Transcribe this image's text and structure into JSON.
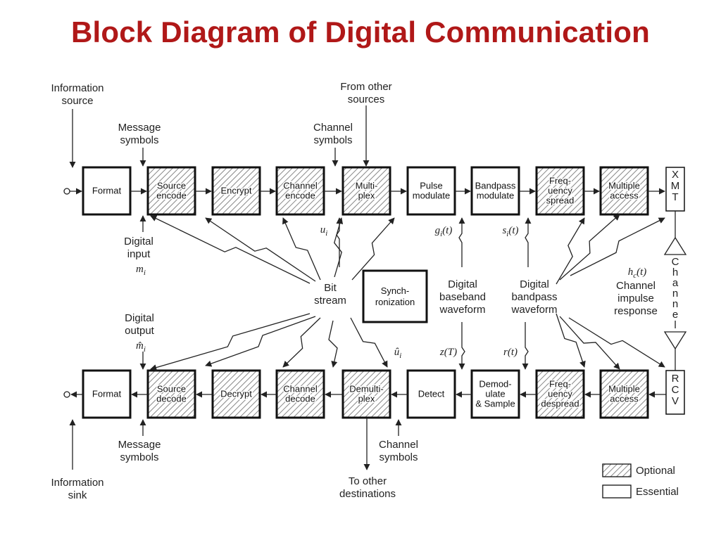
{
  "title": "Block Diagram of Digital Communication",
  "colors": {
    "title": "#b01818",
    "hatch": "#888888",
    "line": "#222222"
  },
  "tx_blocks": [
    {
      "label": [
        "Format"
      ],
      "optional": false
    },
    {
      "label": [
        "Source",
        "encode"
      ],
      "optional": true
    },
    {
      "label": [
        "Encrypt"
      ],
      "optional": true
    },
    {
      "label": [
        "Channel",
        "encode"
      ],
      "optional": true
    },
    {
      "label": [
        "Multi-",
        "plex"
      ],
      "optional": true
    },
    {
      "label": [
        "Pulse",
        "modulate"
      ],
      "optional": false
    },
    {
      "label": [
        "Bandpass",
        "modulate"
      ],
      "optional": false
    },
    {
      "label": [
        "Freq-",
        "uency",
        "spread"
      ],
      "optional": true
    },
    {
      "label": [
        "Multiple",
        "access"
      ],
      "optional": true
    }
  ],
  "rx_blocks": [
    {
      "label": [
        "Format"
      ],
      "optional": false
    },
    {
      "label": [
        "Source",
        "decode"
      ],
      "optional": true
    },
    {
      "label": [
        "Decrypt"
      ],
      "optional": true
    },
    {
      "label": [
        "Channel",
        "decode"
      ],
      "optional": true
    },
    {
      "label": [
        "Demulti-",
        "plex"
      ],
      "optional": true
    },
    {
      "label": [
        "Detect"
      ],
      "optional": false
    },
    {
      "label": [
        "Demod-",
        "ulate",
        "& Sample"
      ],
      "optional": false
    },
    {
      "label": [
        "Freq-",
        "uency",
        "despread"
      ],
      "optional": true
    },
    {
      "label": [
        "Multiple",
        "access"
      ],
      "optional": true
    }
  ],
  "xmt": [
    "X",
    "M",
    "T"
  ],
  "rcv": [
    "R",
    "C",
    "V"
  ],
  "channel_letters": [
    "C",
    "h",
    "a",
    "n",
    "n",
    "e",
    "l"
  ],
  "sync": [
    "Synch-",
    "ronization"
  ],
  "labels": {
    "info_source": [
      "Information",
      "source"
    ],
    "msg_symbols_top": [
      "Message",
      "symbols"
    ],
    "channel_symbols_top": [
      "Channel",
      "symbols"
    ],
    "from_other": [
      "From other",
      "sources"
    ],
    "digital_input": [
      "Digital",
      "input"
    ],
    "m_i": "m",
    "m_i_sub": "i",
    "bit_stream": [
      "Bit",
      "stream"
    ],
    "u_i": "u",
    "u_i_sub": "i",
    "g_i": "g",
    "g_i_rest": "(t)",
    "s_i": "s",
    "s_i_rest": "(t)",
    "digital_baseband": [
      "Digital",
      "baseband",
      "waveform"
    ],
    "digital_bandpass": [
      "Digital",
      "bandpass",
      "waveform"
    ],
    "hc": "h",
    "hc_rest": "(t)",
    "hc_sub": "c",
    "channel_impulse": [
      "Channel",
      "impulse",
      "response"
    ],
    "digital_output": [
      "Digital",
      "output"
    ],
    "mhat": "m̂",
    "mhat_sub": "i",
    "uhat": "û",
    "uhat_sub": "i",
    "zT": "z(T)",
    "rt": "r(t)",
    "msg_symbols_bot": [
      "Message",
      "symbols"
    ],
    "channel_symbols_bot": [
      "Channel",
      "symbols"
    ],
    "info_sink": [
      "Information",
      "sink"
    ],
    "to_other": [
      "To other",
      "destinations"
    ]
  },
  "legend": {
    "optional": "Optional",
    "essential": "Essential"
  }
}
